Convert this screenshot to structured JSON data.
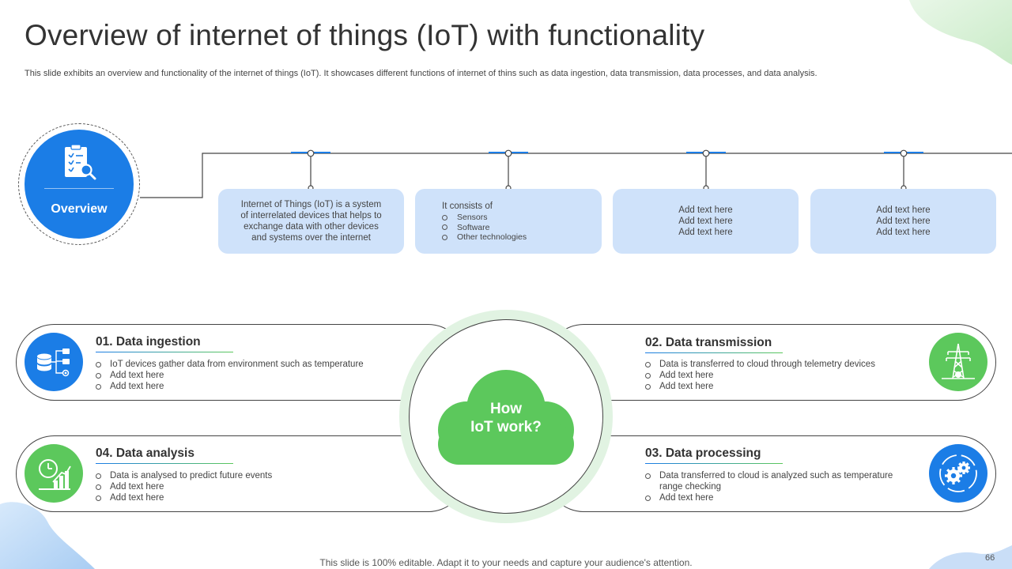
{
  "slide": {
    "title": "Overview of internet of things (IoT) with functionality",
    "subtitle": "This slide exhibits an overview and functionality of the internet of things (IoT). It showcases different functions of internet of thins such as data ingestion, data transmission, data processes, and data analysis.",
    "footer": "This slide is 100% editable. Adapt it to your needs and capture your audience's attention.",
    "page_number": "66"
  },
  "overview": {
    "label": "Overview",
    "icon": "clipboard-search-icon",
    "boxes": [
      {
        "lines": [
          "Internet of Things (IoT) is a system",
          "of interrelated devices that helps to",
          "exchange data with other devices",
          "and systems over the internet"
        ]
      },
      {
        "heading": "It consists of",
        "items": [
          "Sensors",
          "Software",
          "Other technologies"
        ]
      },
      {
        "lines": [
          "Add text here",
          "Add text here",
          "Add text here"
        ]
      },
      {
        "lines": [
          "Add text here",
          "Add text here",
          "Add text here"
        ]
      }
    ]
  },
  "center": {
    "lines": [
      "How",
      "IoT work?"
    ]
  },
  "functions": {
    "ingestion": {
      "title": "01. Data ingestion",
      "icon": "database-network-icon",
      "items": [
        "IoT devices gather data from environment such as temperature",
        "Add text here",
        "Add text here"
      ]
    },
    "transmission": {
      "title": "02. Data transmission",
      "icon": "transmission-tower-icon",
      "items": [
        "Data is transferred to cloud through telemetry devices",
        "Add text here",
        "Add text here"
      ]
    },
    "processing": {
      "title": "03. Data processing",
      "icon": "gears-cycle-icon",
      "items": [
        "Data transferred to cloud is analyzed such as temperature range checking",
        "Add text here"
      ]
    },
    "analysis": {
      "title": "04. Data analysis",
      "icon": "growth-chart-icon",
      "items": [
        "Data is analysed to predict future events",
        "Add text here",
        "Add text here"
      ]
    }
  },
  "colors": {
    "blue": "#1b7de6",
    "green": "#5cc85c",
    "box_fill": "#cfe2fa",
    "ring_fill": "#e1f3e2"
  }
}
